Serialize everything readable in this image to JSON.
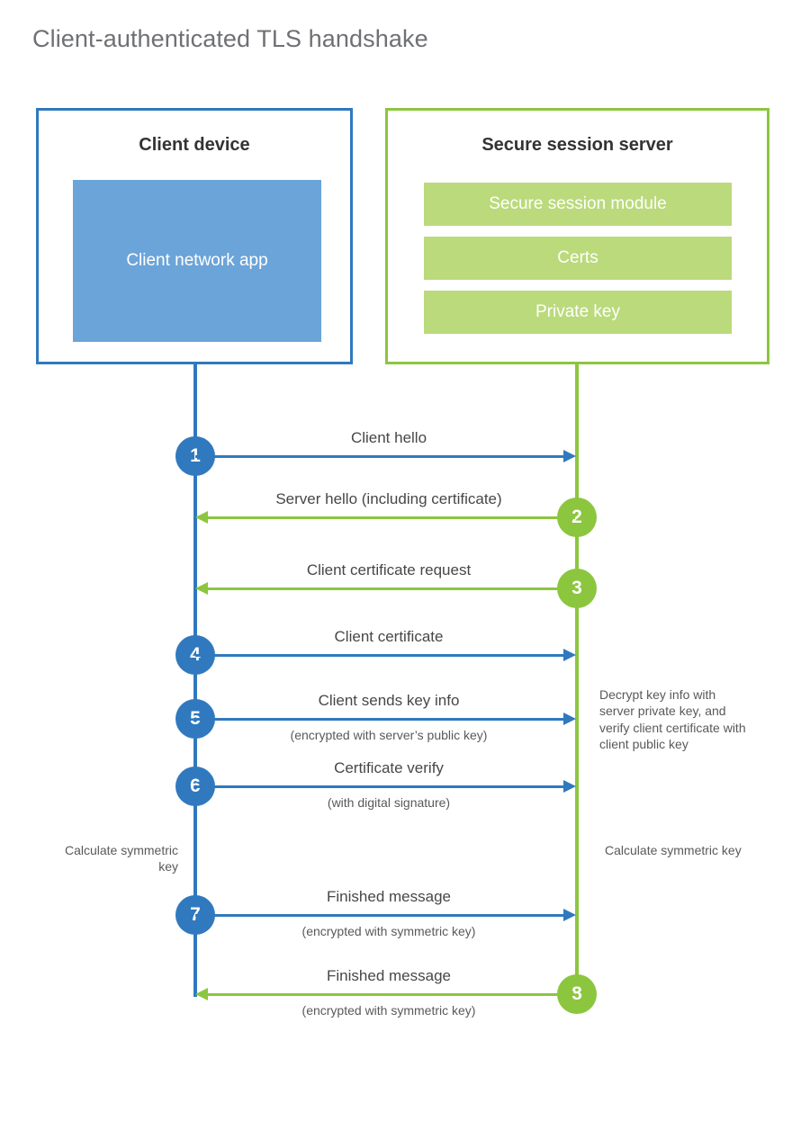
{
  "title": "Client-authenticated TLS handshake",
  "colors": {
    "client_accent": "#3079be",
    "client_app_fill": "#6ba4d8",
    "server_accent": "#8cc63e",
    "server_block_fill": "#bada7c",
    "title_text": "#6f7073",
    "body_text": "#58595b"
  },
  "participants": {
    "client": {
      "title": "Client device",
      "blocks": [
        {
          "label": "Client network app"
        }
      ]
    },
    "server": {
      "title": "Secure session server",
      "blocks": [
        {
          "label": "Secure session module"
        },
        {
          "label": "Certs"
        },
        {
          "label": "Private key"
        }
      ]
    }
  },
  "messages": [
    {
      "step": "1",
      "label": "Client hello",
      "sublabel": "",
      "direction": "client-to-server",
      "origin": "client"
    },
    {
      "step": "2",
      "label": "Server hello (including certificate)",
      "sublabel": "",
      "direction": "server-to-client",
      "origin": "server"
    },
    {
      "step": "3",
      "label": "Client certificate request",
      "sublabel": "",
      "direction": "server-to-client",
      "origin": "server"
    },
    {
      "step": "4",
      "label": "Client certificate",
      "sublabel": "",
      "direction": "client-to-server",
      "origin": "client"
    },
    {
      "step": "5",
      "label": "Client sends key info",
      "sublabel": "(encrypted with server’s public key)",
      "direction": "client-to-server",
      "origin": "client"
    },
    {
      "step": "6",
      "label": "Certificate verify",
      "sublabel": "(with digital signature)",
      "direction": "client-to-server",
      "origin": "client"
    },
    {
      "step": "7",
      "label": "Finished message",
      "sublabel": "(encrypted with symmetric key)",
      "direction": "client-to-server",
      "origin": "client"
    },
    {
      "step": "8",
      "label": "Finished message",
      "sublabel": "(encrypted with symmetric key)",
      "direction": "server-to-client",
      "origin": "server"
    }
  ],
  "annotations": {
    "server_decrypt": "Decrypt key info with server private key, and verify client certificate with client public key",
    "client_calculate": "Calculate symmetric key",
    "server_calculate": "Calculate symmetric key"
  }
}
